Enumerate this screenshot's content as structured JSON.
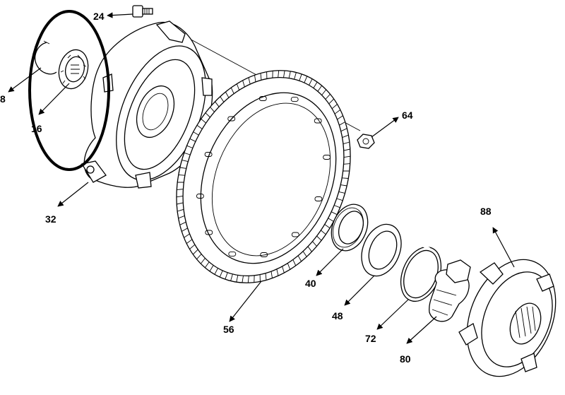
{
  "callouts": {
    "p8": "8",
    "p16": "16",
    "p24": "24",
    "p32": "32",
    "p40": "40",
    "p48": "48",
    "p56": "56",
    "p64": "64",
    "p72": "72",
    "p80": "80",
    "p88": "88"
  }
}
